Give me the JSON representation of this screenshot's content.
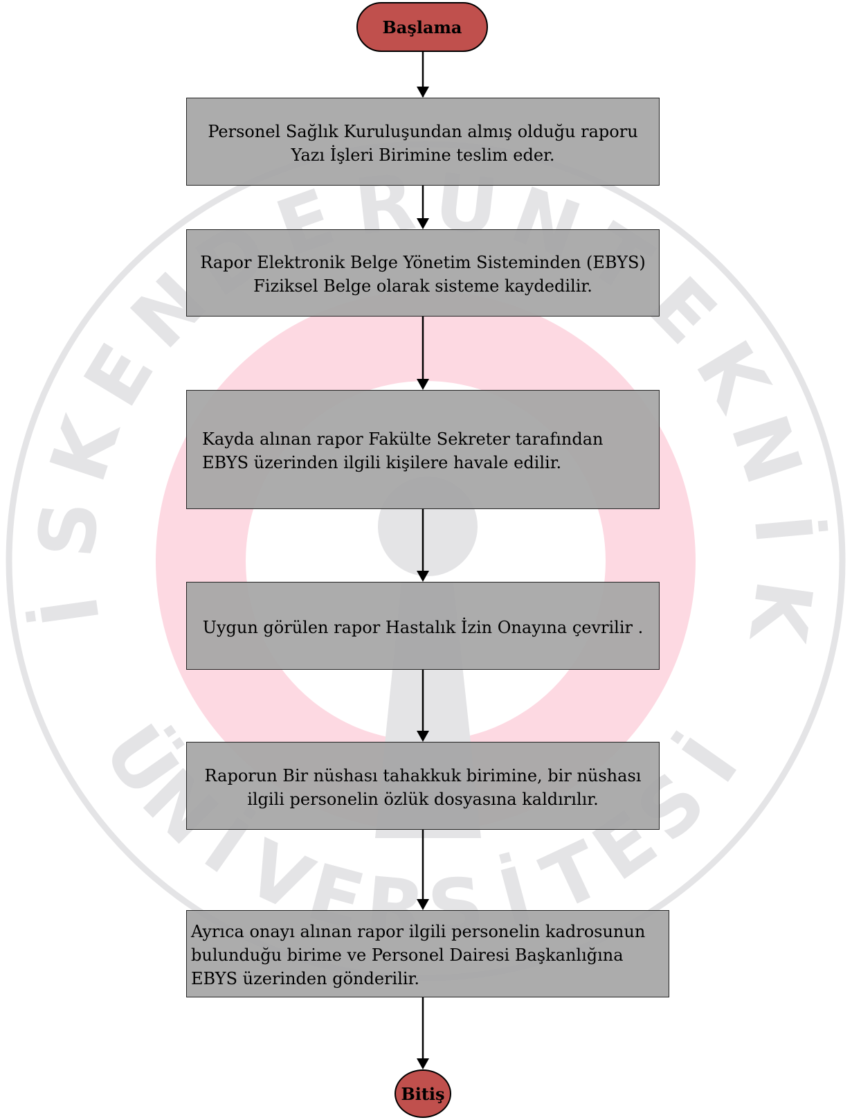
{
  "flow": {
    "start_label": "Başlama",
    "end_label": "Bitiş",
    "steps": [
      "Personel Sağlık Kuruluşundan almış olduğu raporu\nYazı İşleri Birimine teslim eder.",
      "Rapor Elektronik Belge Yönetim Sisteminden (EBYS)\nFiziksel Belge olarak sisteme kaydedilir.",
      "Kayda alınan rapor Fakülte Sekreter tarafından\nEBYS üzerinden ilgili kişilere havale edilir.",
      "Uygun görülen rapor Hastalık İzin Onayına çevrilir .",
      "Raporun Bir nüshası tahakkuk birimine, bir nüshası\nilgili personelin özlük dosyasına kaldırılır.",
      "Ayrıca onayı alınan rapor ilgili personelin kadrosunun\nbulunduğu birime ve Personel Dairesi Başkanlığına\nEBYS üzerinden gönderilir."
    ]
  },
  "watermark": {
    "top_letters": [
      "İ",
      "S",
      "K",
      "E",
      "N",
      "D",
      "E",
      "R",
      "U",
      "N",
      "T",
      "E",
      "K",
      "N",
      "İ",
      "K"
    ],
    "bottom_letters": [
      "Ü",
      "N",
      "İ",
      "V",
      "E",
      "R",
      "S",
      "İ",
      "T",
      "E",
      "S",
      "İ"
    ]
  },
  "colors": {
    "terminal_fill": "#c0504d",
    "step_fill": "#a6a6a6",
    "watermark_gray": "#e4e4e6",
    "watermark_pink": "#fdd9e2"
  }
}
